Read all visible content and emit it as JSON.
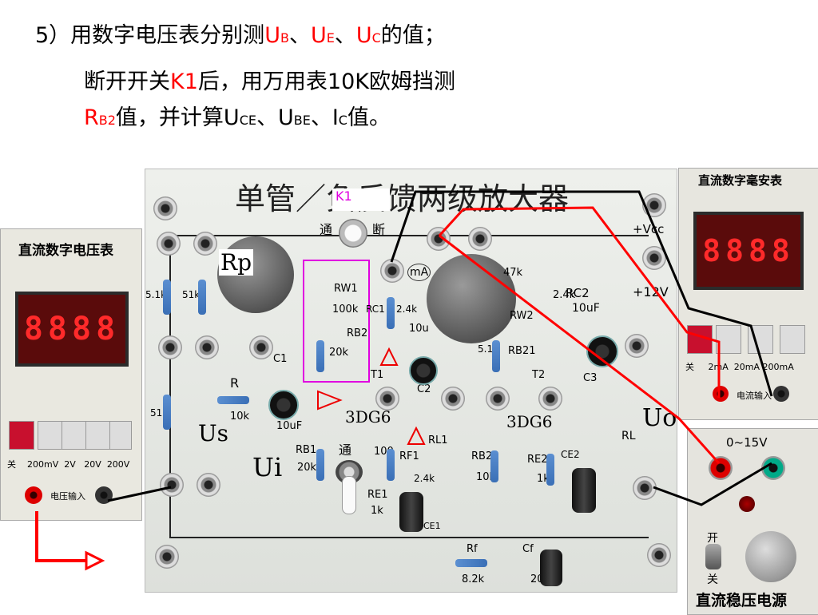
{
  "slide": {
    "line1": {
      "prefix": "5）用数字电压表分别测",
      "u1": "U",
      "s1": "B",
      "sep1": "、",
      "u2": "U",
      "s2": "E",
      "sep2": "、",
      "u3": "U",
      "s3": "C",
      "suffix": "的值；"
    },
    "line2": {
      "prefix": "断开开关",
      "k1": "K1",
      "suffix": "后，用万用表10K欧姆挡测"
    },
    "line3": {
      "r": "R",
      "rsub": "B2",
      "mid": "值，并计算",
      "u1": "U",
      "s1": "CE",
      "sep1": "、",
      "u2": "U",
      "s2": "BE",
      "sep2": "、",
      "i": "I",
      "s3": "C",
      "suffix": "值。"
    }
  },
  "board": {
    "title": "单管／负反馈两级放大器",
    "k1_label": "K1",
    "labels": {
      "rp": "Rp",
      "tong": "通",
      "duan": "断",
      "rw1": "RW1",
      "r100k": "100k",
      "rb2": "RB2",
      "r20k": "20k",
      "rc1": "RC1",
      "r24k_a": "2.4k",
      "ma": "mA",
      "r10u": "10u",
      "r47k": "47k",
      "rw2": "RW2",
      "r24k_b": "2.4k",
      "rc2": "RC2",
      "c10uf": "10uF",
      "vcc": "+Vcc",
      "v12": "+12V",
      "r51k_a": "5.1k",
      "r51k_b": "51k",
      "c1": "C1",
      "r": "R",
      "r10k": "10k",
      "r10uf": "10uF",
      "t1": "T1",
      "c2": "C2",
      "r51k_c": "5.1k",
      "rb21": "RB21",
      "t2": "T2",
      "c3": "C3",
      "r51": "51",
      "us": "Us",
      "ui": "Ui",
      "dg6a": "3DG6",
      "dg6b": "3DG6",
      "rl1": "RL1",
      "rl": "RL",
      "uo": "Uo",
      "rb1": "RB1",
      "r20k_b": "20k",
      "tong2": "通",
      "r100": "100",
      "rf1": "RF1",
      "r24k_c": "2.4k",
      "rb22": "RB22",
      "r10k_b": "10k",
      "re2": "RE2",
      "r1k_a": "1k",
      "ce2": "CE2",
      "re1": "RE1",
      "r1k_b": "1k",
      "ce1": "CE1",
      "rf": "Rf",
      "r82k": "8.2k",
      "cf": "Cf",
      "r20": "20"
    }
  },
  "left_meter": {
    "title": "直流数字电压表",
    "display": "8888",
    "ranges": [
      "关",
      "200mV",
      "2V",
      "20V",
      "200V"
    ],
    "input_label": "电压输入"
  },
  "right_meter": {
    "title": "直流数字毫安表",
    "display": "8888",
    "ranges": [
      "关",
      "2mA",
      "20mA",
      "200mA"
    ],
    "input_label": "电流输入"
  },
  "psu": {
    "range": "0~15V",
    "switch_on": "开",
    "switch_off": "关",
    "title": "直流稳压电源"
  },
  "colors": {
    "slide_text": "#000000",
    "highlight": "#ff0000",
    "k1_magenta": "#e000e0",
    "wire_black": "#000000",
    "wire_red": "#ff0000"
  }
}
